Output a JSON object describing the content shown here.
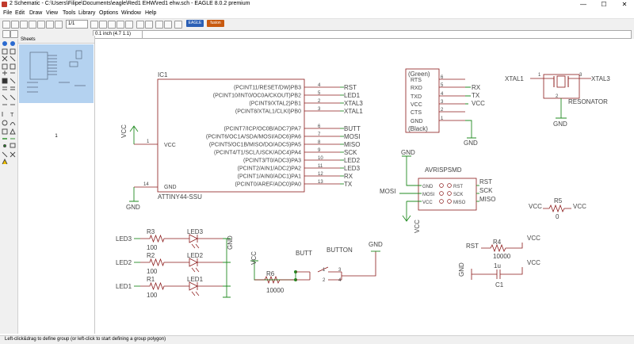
{
  "window": {
    "title": "2 Schematic - C:\\Users\\Filipe\\Documents\\eagle\\Red1 EHW\\red1 ehw.sch - EAGLE 8.0.2 premium",
    "minimize": "—",
    "maximize": "☐",
    "close": "✕"
  },
  "menu": [
    "File",
    "Edit",
    "Draw",
    "View",
    "Tools",
    "Library",
    "Options",
    "Window",
    "Help"
  ],
  "toolbar": {
    "sheet_select": "1/1",
    "logo1": "EAGLE",
    "logo2": "fusion"
  },
  "command": {
    "coordinate": "0.1 inch (4.7 1.1)",
    "input": ""
  },
  "sheets_panel": {
    "header": "Sheets",
    "sheet_number": "1"
  },
  "status": {
    "message": "Left-click&drag to define group (or left-click to start defining a group polygon)"
  },
  "schematic": {
    "ic": {
      "name": "IC1",
      "part": "ATTINY44-SSU",
      "left_pins": [
        {
          "num": "1",
          "label": "VCC"
        },
        {
          "num": "14",
          "label": "GND"
        }
      ],
      "right_pins": [
        {
          "fn": "(PCINT11/RESET/DW)PB3",
          "num": "4",
          "net": "RST"
        },
        {
          "fn": "(PCINT10/INT0/OC0A/CKOUT)PB2",
          "num": "5",
          "net": "LED1"
        },
        {
          "fn": "(PCINT9/XTAL2)PB1",
          "num": "2",
          "net": "XTAL3"
        },
        {
          "fn": "(PCINT8/XTAL1/CLKI)PB0",
          "num": "3",
          "net": "XTAL1"
        },
        {
          "fn": "(PCINT7/ICP/OC0B/ADC7)PA7",
          "num": "6",
          "net": "BUTT"
        },
        {
          "fn": "(PCINT6/OC1A/SDA/MOSI/ADC6)PA6",
          "num": "7",
          "net": "MOSI"
        },
        {
          "fn": "(PCINT5/OC1B/MISO/DO/ADC5)PA5",
          "num": "8",
          "net": "MISO"
        },
        {
          "fn": "(PCINT4/T1/SCL/USCK/ADC4)PA4",
          "num": "9",
          "net": "SCK"
        },
        {
          "fn": "(PCINT3/T0/ADC3)PA3",
          "num": "10",
          "net": "LED2"
        },
        {
          "fn": "(PCINT2/AIN1/ADC2)PA2",
          "num": "11",
          "net": "LED3"
        },
        {
          "fn": "(PCINT1/AIN0/ADC1)PA1",
          "num": "12",
          "net": "RX"
        },
        {
          "fn": "(PCINT0/AREF/ADC0)PA0",
          "num": "13",
          "net": "TX"
        }
      ],
      "vcc": "VCC",
      "gnd": "GND"
    },
    "ftdi": {
      "top": "(Green)",
      "bottom": "(Black)",
      "pins": [
        "RTS",
        "RXD",
        "TXD",
        "VCC",
        "CTS",
        "GND"
      ],
      "nums": [
        "6",
        "5",
        "4",
        "3",
        "2",
        "1"
      ],
      "nets": {
        "rx": "RX",
        "tx": "TX",
        "vcc": "VCC",
        "gnd": "GND"
      }
    },
    "resonator": {
      "name": "RESONATOR",
      "net1": "XTAL1",
      "net3": "XTAL3",
      "pin1": "1",
      "pin3": "3",
      "pin2": "2",
      "gnd": "GND"
    },
    "isp": {
      "name": "AVRISPSMD",
      "left": [
        "GND",
        "MOSI",
        "VCC"
      ],
      "right": [
        "RST",
        "SCK",
        "MISO"
      ],
      "left_nets": {
        "mosi": "MOSI",
        "gnd": "GND",
        "vcc": "VCC"
      },
      "right_nets": [
        "RST",
        "SCK",
        "MISO"
      ]
    },
    "r5": {
      "name": "R5",
      "value": "0",
      "left": "VCC",
      "right": "VCC"
    },
    "leds": [
      {
        "net": "LED3",
        "r": "R3",
        "rv": "100",
        "led": "LED3"
      },
      {
        "net": "LED2",
        "r": "R2",
        "rv": "100",
        "led": "LED2"
      },
      {
        "net": "LED1",
        "r": "R1",
        "rv": "100",
        "led": "LED1"
      }
    ],
    "leds_gnd": "GND",
    "button": {
      "name": "BUTTON",
      "net": "BUTT",
      "vcc": "VCC",
      "gnd": "GND",
      "r": "R6",
      "rv": "10000",
      "p1": "1",
      "p2": "2",
      "p3": "3",
      "p4": "4"
    },
    "r4": {
      "name": "R4",
      "value": "10000",
      "left": "RST",
      "right": "VCC"
    },
    "c1": {
      "name": "C1",
      "value": "1u",
      "left": "GND",
      "right": "VCC"
    }
  }
}
